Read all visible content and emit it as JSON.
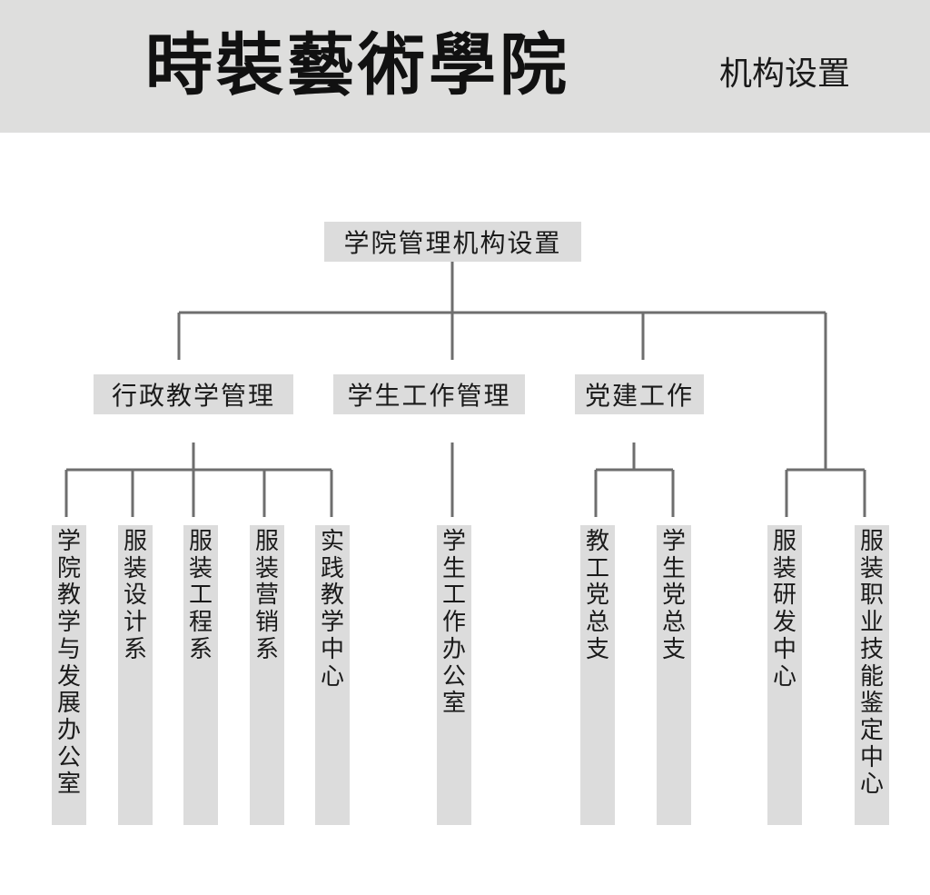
{
  "header": {
    "title": "時裝藝術學院",
    "subtitle": "机构设置"
  },
  "root": {
    "label": "学院管理机构设置"
  },
  "groups": [
    {
      "label": "行政教学管理",
      "units": [
        "学院教学与发展办公室",
        "服装设计系",
        "服装工程系",
        "服装营销系",
        "实践教学中心"
      ]
    },
    {
      "label": "学生工作管理",
      "units": [
        "学生工作办公室"
      ]
    },
    {
      "label": "党建工作",
      "units": [
        "教工党总支",
        "学生党总支"
      ]
    }
  ],
  "direct_units": [
    "服装研发中心",
    "服装职业技能鉴定中心"
  ],
  "colors": {
    "header_bg": "#dededd",
    "box_bg": "#dcdcdc",
    "line": "#6e6e6e"
  }
}
